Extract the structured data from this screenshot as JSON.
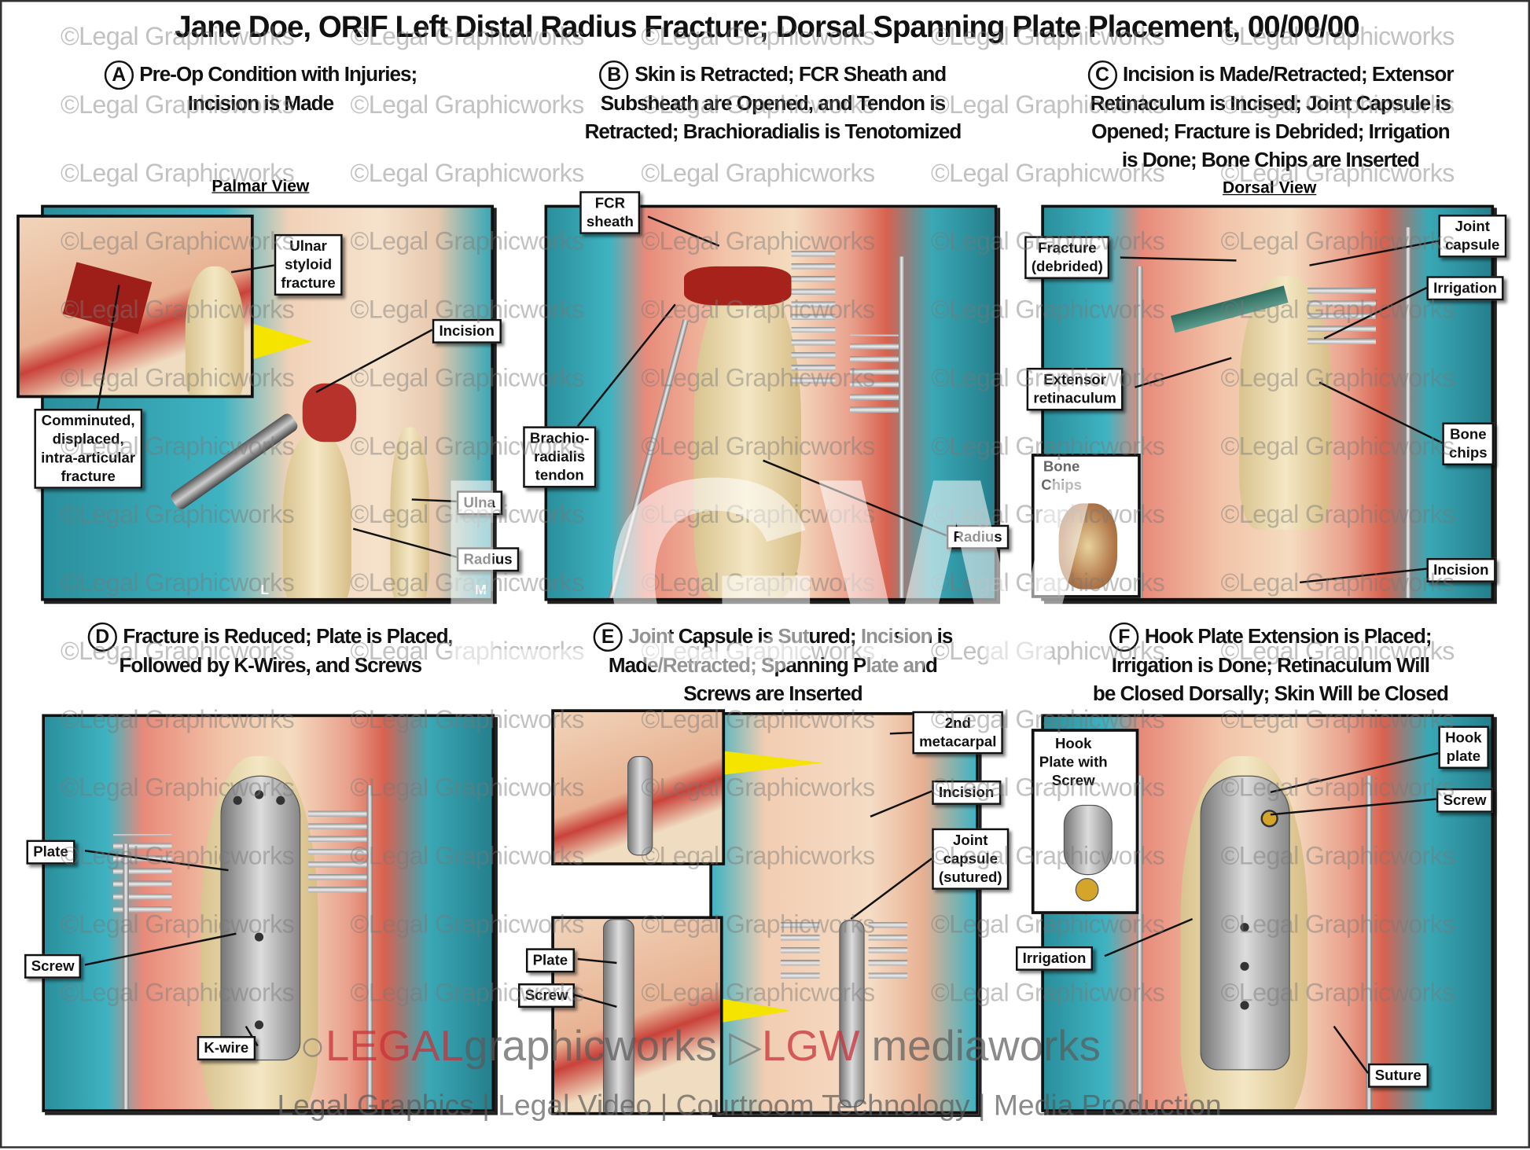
{
  "title": "Jane Doe, ORIF Left Distal Radius Fracture; Dorsal Spanning Plate Placement, 00/00/00",
  "watermark": "©Legal Graphicworks",
  "panels": {
    "a": {
      "letter": "A",
      "line1": "Pre-Op Condition with Injuries;",
      "line2": "Incision is Made",
      "view": "Palmar View",
      "labels": {
        "ulnar": "Ulnar\nstyloid\nfracture",
        "incision": "Incision",
        "comminuted": "Comminuted,\ndisplaced,\nintra-articular\nfracture",
        "ulna": "Ulna",
        "radius": "Radius"
      },
      "corner_l": "L",
      "corner_m": "M"
    },
    "b": {
      "letter": "B",
      "line1": "Skin is Retracted; FCR Sheath and",
      "line2": "Subsheath are Opened, and Tendon is",
      "line3": "Retracted; Brachioradialis is Tenotomized",
      "labels": {
        "fcr": "FCR\nsheath",
        "brachio": "Brachio-\nradialis\ntendon",
        "radius": "Radius"
      }
    },
    "c": {
      "letter": "C",
      "line1": "Incision is Made/Retracted; Extensor",
      "line2": "Retinaculum is Incised; Joint Capsule is",
      "line3": "Opened; Fracture is Debrided; Irrigation",
      "line4": "is Done; Bone Chips are Inserted",
      "view": "Dorsal View",
      "labels": {
        "fracture": "Fracture\n(debrided)",
        "joint": "Joint\ncapsule",
        "irrigation": "Irrigation",
        "extensor": "Extensor\nretinaculum",
        "bonechips": "Bone\nchips",
        "inset": "Bone\nChips",
        "incision": "Incision"
      }
    },
    "d": {
      "letter": "D",
      "line1": "Fracture is Reduced; Plate is Placed,",
      "line2": "Followed by K-Wires, and Screws",
      "labels": {
        "plate": "Plate",
        "screw": "Screw",
        "kwire": "K-wire"
      }
    },
    "e": {
      "letter": "E",
      "line1": "Joint Capsule is Sutured; Incision is",
      "line2": "Made/Retracted; Spanning Plate and",
      "line3": "Screws are Inserted",
      "labels": {
        "metacarpal": "2nd\nmetacarpal",
        "incision": "Incision",
        "joint": "Joint\ncapsule\n(sutured)",
        "plate": "Plate",
        "screw": "Screw"
      }
    },
    "f": {
      "letter": "F",
      "line1": "Hook Plate Extension is Placed;",
      "line2": "Irrigation is Done; Retinaculum Will",
      "line3": "be Closed Dorsally; Skin Will be Closed",
      "labels": {
        "inset": "Hook\nPlate with\nScrew",
        "hook": "Hook\nplate",
        "screw": "Screw",
        "irrigation": "Irrigation",
        "suture": "Suture"
      }
    }
  },
  "footer": {
    "logo_big": "LGW",
    "brand1_a": "LEGAL",
    "brand1_b": "graphicworks",
    "brand2_a": "LGW",
    "brand2_b": "mediaworks",
    "tagline": "Legal Graphics | Legal Video | Courtroom Technology | Media Production"
  },
  "colors": {
    "teal": "#3fb3c2",
    "flesh": "#f2c4a9",
    "blood": "#c9423a",
    "brand_red": "#c8323a",
    "callout_yellow": "#f5e400"
  }
}
